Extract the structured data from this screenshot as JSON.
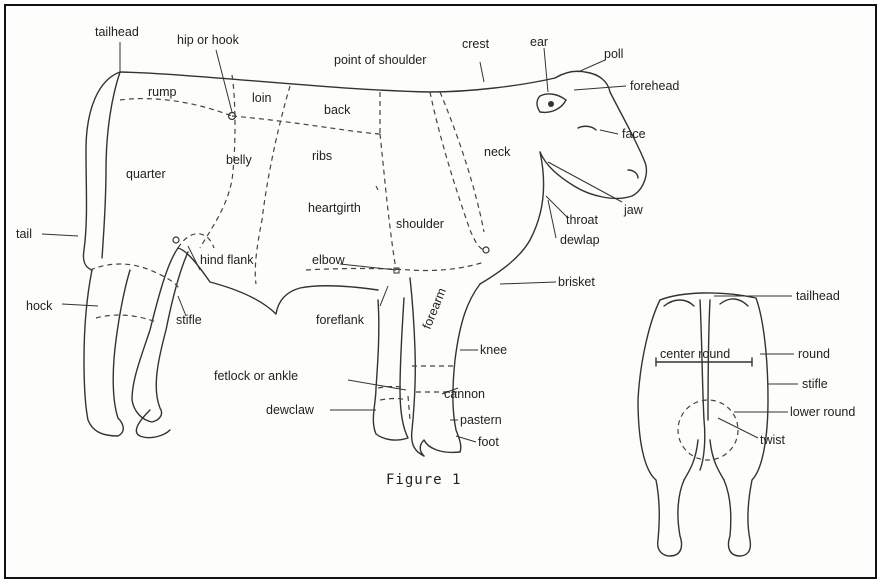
{
  "caption": "Figure 1",
  "labels": {
    "tailhead": "tailhead",
    "hip": "hip or hook",
    "rump": "rump",
    "loin": "loin",
    "point_of_shoulder": "point of shoulder",
    "crest": "crest",
    "ear": "ear",
    "poll": "poll",
    "forehead": "forehead",
    "face": "face",
    "back": "back",
    "neck": "neck",
    "quarter": "quarter",
    "belly": "belly",
    "ribs": "ribs",
    "heartgirth": "heartgirth",
    "shoulder": "shoulder",
    "throat": "throat",
    "jaw": "jaw",
    "dewlap": "dewlap",
    "tail": "tail",
    "hind_flank": "hind flank",
    "elbow": "elbow",
    "brisket": "brisket",
    "hock": "hock",
    "stifle": "stifle",
    "foreflank": "foreflank",
    "forearm": "forearm",
    "knee": "knee",
    "fetlock": "fetlock or ankle",
    "cannon": "cannon",
    "dewclaw": "dewclaw",
    "pastern": "pastern",
    "foot": "foot"
  },
  "rear_labels": {
    "tailhead": "tailhead",
    "center_round": "center round",
    "round": "round",
    "stifle": "stifle",
    "lower_round": "lower round",
    "twist": "twist"
  }
}
